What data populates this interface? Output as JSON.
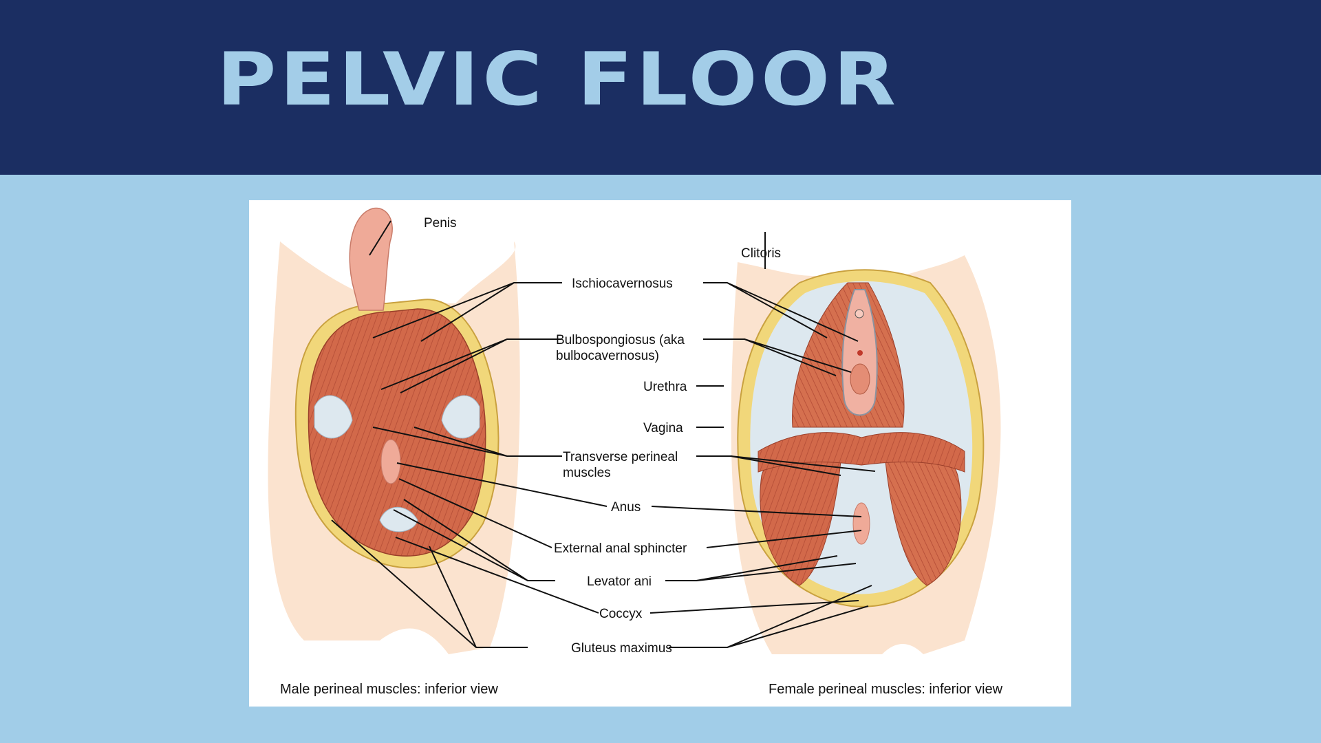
{
  "title": "PELVIC FLOOR",
  "colors": {
    "header_bg": "#1b2e62",
    "title_text": "#a3cde8",
    "page_bg": "#a1cde8",
    "muscle": "#d2694a",
    "skin": "#fbe3cf",
    "fat": "#f1d77a"
  },
  "diagram": {
    "labels": {
      "penis": "Penis",
      "clitoris": "Clitoris",
      "ischiocavernosus": "Ischiocavernosus",
      "bulbospongiosus_1": "Bulbospongiosus (aka",
      "bulbospongiosus_2": "bulbocavernosus)",
      "urethra": "Urethra",
      "vagina": "Vagina",
      "transverse_1": "Transverse perineal",
      "transverse_2": "muscles",
      "anus": "Anus",
      "external_anal_sphincter": "External anal sphincter",
      "levator_ani": "Levator ani",
      "coccyx": "Coccyx",
      "gluteus_maximus": "Gluteus maximus"
    },
    "captions": {
      "male": "Male perineal muscles: inferior view",
      "female": "Female perineal muscles: inferior view"
    }
  }
}
